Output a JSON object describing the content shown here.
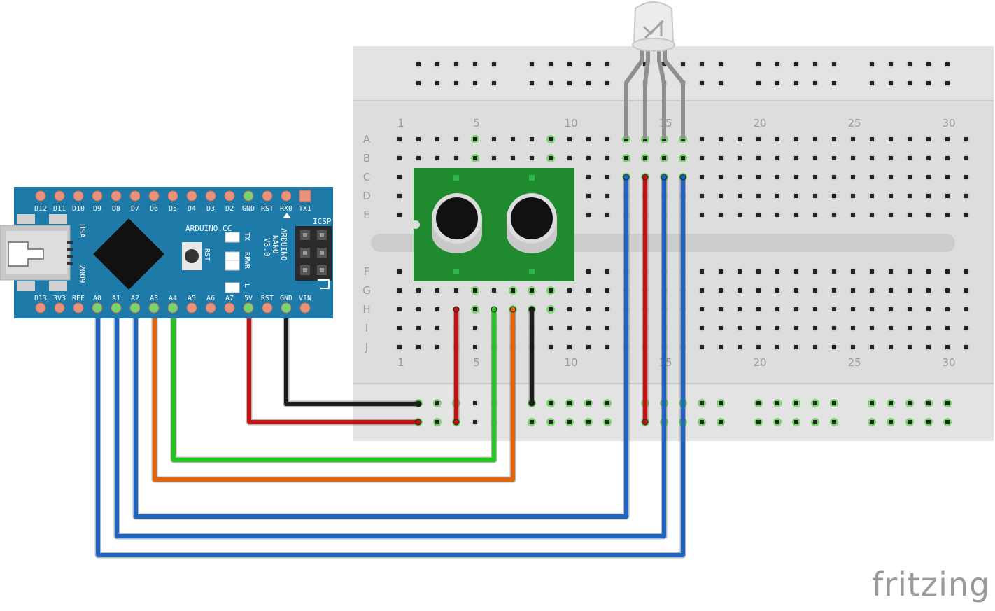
{
  "breadboard": {
    "row_letters_top": [
      "A",
      "B",
      "C",
      "D",
      "E"
    ],
    "row_letters_bottom": [
      "F",
      "G",
      "H",
      "I",
      "J"
    ],
    "column_numbers": [
      "1",
      "5",
      "10",
      "15",
      "20",
      "25",
      "30"
    ]
  },
  "arduino": {
    "top_pins": [
      "D12",
      "D11",
      "D10",
      "D9",
      "D8",
      "D7",
      "D6",
      "D5",
      "D4",
      "D3",
      "D2",
      "GND",
      "RST",
      "RX0",
      "TX1"
    ],
    "bottom_pins": [
      "D13",
      "3V3",
      "REF",
      "A0",
      "A1",
      "A2",
      "A3",
      "A4",
      "A5",
      "A6",
      "A7",
      "5V",
      "RST",
      "GND",
      "VIN"
    ],
    "site_label": "ARDUINO.CC",
    "model_label": [
      "ARDUINO",
      "NANO",
      "V3.0"
    ],
    "icsp_label": "ICSP",
    "usa_label": "USA",
    "year_label": "2009",
    "rst_button_label": "RST",
    "led_labels": [
      "TX",
      "RX",
      "PWR",
      "L"
    ]
  },
  "wire_colors": {
    "blue": "#1f63c5",
    "red": "#c41212",
    "black": "#1c1c1c",
    "green": "#22c71d",
    "orange": "#e0650c",
    "led_leg": "#8f8f8f"
  },
  "colors": {
    "board_blue": "#1e7aa8",
    "breadboard": "#dcdcdc",
    "sensor_pcb": "#1f8a2e",
    "brand_gray": "#9a9a9a"
  },
  "brand": "fritzing"
}
